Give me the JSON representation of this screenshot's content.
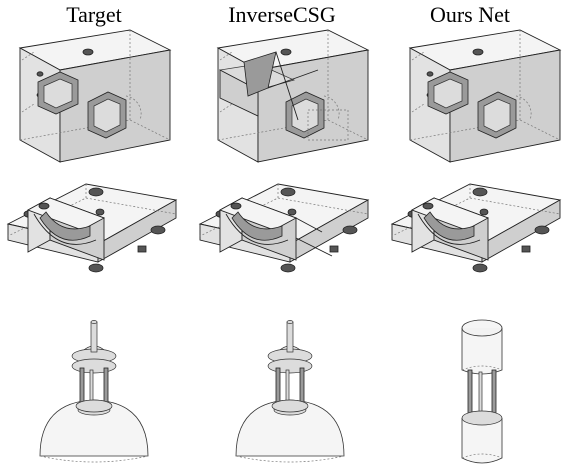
{
  "columns": [
    {
      "title": "Target"
    },
    {
      "title": "InverseCSG"
    },
    {
      "title": "Ours Net"
    }
  ]
}
